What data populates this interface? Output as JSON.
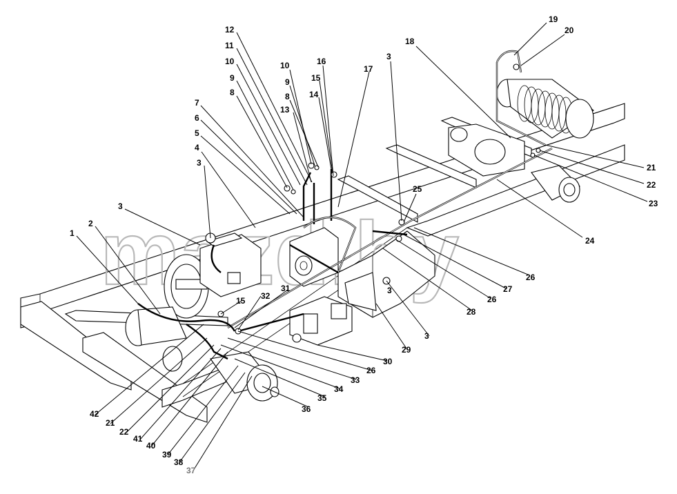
{
  "watermark": "mazd.by",
  "labels": [
    {
      "id": "l1",
      "text": "1"
    },
    {
      "id": "l2",
      "text": "2"
    },
    {
      "id": "l3a",
      "text": "3"
    },
    {
      "id": "l3b",
      "text": "3"
    },
    {
      "id": "l3c",
      "text": "3"
    },
    {
      "id": "l3d",
      "text": "3"
    },
    {
      "id": "l3e",
      "text": "3"
    },
    {
      "id": "l4",
      "text": "4"
    },
    {
      "id": "l5",
      "text": "5"
    },
    {
      "id": "l6",
      "text": "6"
    },
    {
      "id": "l7",
      "text": "7"
    },
    {
      "id": "l8a",
      "text": "8"
    },
    {
      "id": "l8b",
      "text": "8"
    },
    {
      "id": "l9a",
      "text": "9"
    },
    {
      "id": "l9b",
      "text": "9"
    },
    {
      "id": "l10a",
      "text": "10"
    },
    {
      "id": "l10b",
      "text": "10"
    },
    {
      "id": "l11",
      "text": "11"
    },
    {
      "id": "l12",
      "text": "12"
    },
    {
      "id": "l13",
      "text": "13"
    },
    {
      "id": "l14",
      "text": "14"
    },
    {
      "id": "l15a",
      "text": "15"
    },
    {
      "id": "l15b",
      "text": "15"
    },
    {
      "id": "l16",
      "text": "16"
    },
    {
      "id": "l17",
      "text": "17"
    },
    {
      "id": "l18",
      "text": "18"
    },
    {
      "id": "l19",
      "text": "19"
    },
    {
      "id": "l20",
      "text": "20"
    },
    {
      "id": "l21a",
      "text": "21"
    },
    {
      "id": "l21b",
      "text": "21"
    },
    {
      "id": "l22a",
      "text": "22"
    },
    {
      "id": "l22b",
      "text": "22"
    },
    {
      "id": "l23",
      "text": "23"
    },
    {
      "id": "l24",
      "text": "24"
    },
    {
      "id": "l25",
      "text": "25"
    },
    {
      "id": "l26a",
      "text": "26"
    },
    {
      "id": "l26b",
      "text": "26"
    },
    {
      "id": "l26c",
      "text": "26"
    },
    {
      "id": "l27",
      "text": "27"
    },
    {
      "id": "l28",
      "text": "28"
    },
    {
      "id": "l29",
      "text": "29"
    },
    {
      "id": "l30",
      "text": "30"
    },
    {
      "id": "l31",
      "text": "31"
    },
    {
      "id": "l32",
      "text": "32"
    },
    {
      "id": "l33",
      "text": "33"
    },
    {
      "id": "l34",
      "text": "34"
    },
    {
      "id": "l35",
      "text": "35"
    },
    {
      "id": "l36",
      "text": "36"
    },
    {
      "id": "l37",
      "text": "37"
    },
    {
      "id": "l38",
      "text": "38"
    },
    {
      "id": "l39",
      "text": "39"
    },
    {
      "id": "l40",
      "text": "40"
    },
    {
      "id": "l41",
      "text": "41"
    },
    {
      "id": "l42",
      "text": "42"
    }
  ]
}
